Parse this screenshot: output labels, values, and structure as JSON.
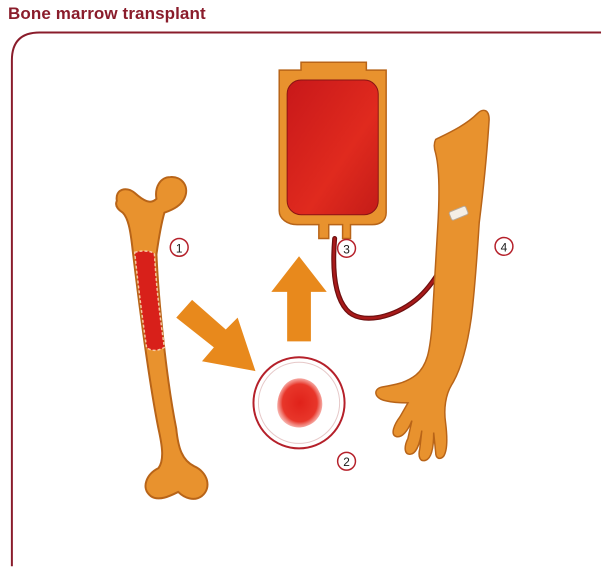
{
  "title": "Bone marrow transplant",
  "colors": {
    "frame": "#8a1c2b",
    "skin": "#e8922e",
    "skin_outline": "#b86418",
    "arrow": "#e8891c",
    "blood": "#d8201a",
    "blood_dark": "#8a1414",
    "badge_stroke": "#b5202a"
  },
  "steps": [
    {
      "number": "1",
      "label": "bone"
    },
    {
      "number": "2",
      "label": "marrow-sample"
    },
    {
      "number": "3",
      "label": "blood-bag"
    },
    {
      "number": "4",
      "label": "arm"
    }
  ],
  "badges": {
    "one": "1",
    "two": "2",
    "three": "3",
    "four": "4"
  }
}
